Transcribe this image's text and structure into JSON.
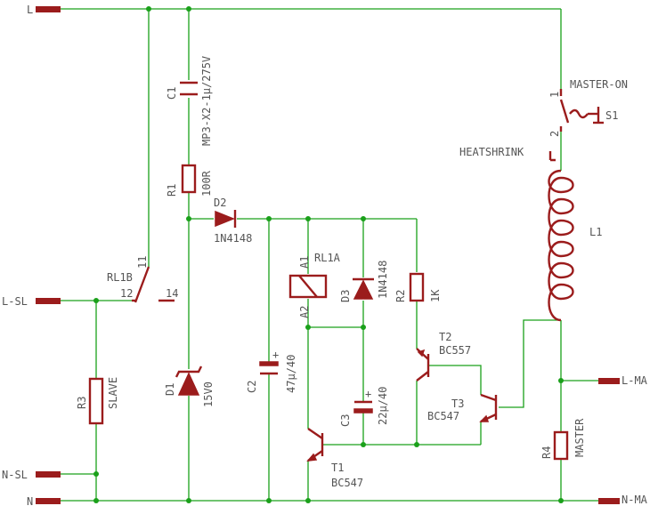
{
  "ports": {
    "L": "L",
    "L_SL": "L-SL",
    "N_SL": "N-SL",
    "N": "N",
    "L_MA": "L-MA",
    "N_MA": "N-MA"
  },
  "components": {
    "C1": {
      "name": "C1",
      "value": "MP3-X2-1µ/275V"
    },
    "R1": {
      "name": "R1",
      "value": "100R"
    },
    "D2": {
      "name": "D2",
      "value": "1N4148"
    },
    "D1": {
      "name": "D1",
      "value": "15V0"
    },
    "C2": {
      "name": "C2",
      "value": "47µ/40"
    },
    "RL1A": {
      "name": "RL1A",
      "pin_a1": "A1",
      "pin_a2": "A2"
    },
    "D3": {
      "name": "D3",
      "value": "1N4148"
    },
    "C3": {
      "name": "C3",
      "value": "22µ/40"
    },
    "R2": {
      "name": "R2",
      "value": "1K"
    },
    "T2": {
      "name": "T2",
      "value": "BC557"
    },
    "T3": {
      "name": "T3",
      "value": "BC547"
    },
    "T1": {
      "name": "T1",
      "value": "BC547"
    },
    "RL1B": {
      "name": "RL1B",
      "pin11": "11",
      "pin12": "12",
      "pin14": "14"
    },
    "R3": {
      "name": "R3",
      "value": "SLAVE"
    },
    "S1": {
      "name": "S1",
      "value": "MASTER-ON",
      "pin1": "1",
      "pin2": "2"
    },
    "L1": {
      "name": "L1",
      "note": "HEATSHRINK"
    },
    "R4": {
      "name": "R4",
      "value": "MASTER"
    }
  },
  "polarity_mark": "+",
  "colors": {
    "wire": "#1aa01a",
    "component": "#9b1c1c",
    "text": "#555555"
  }
}
